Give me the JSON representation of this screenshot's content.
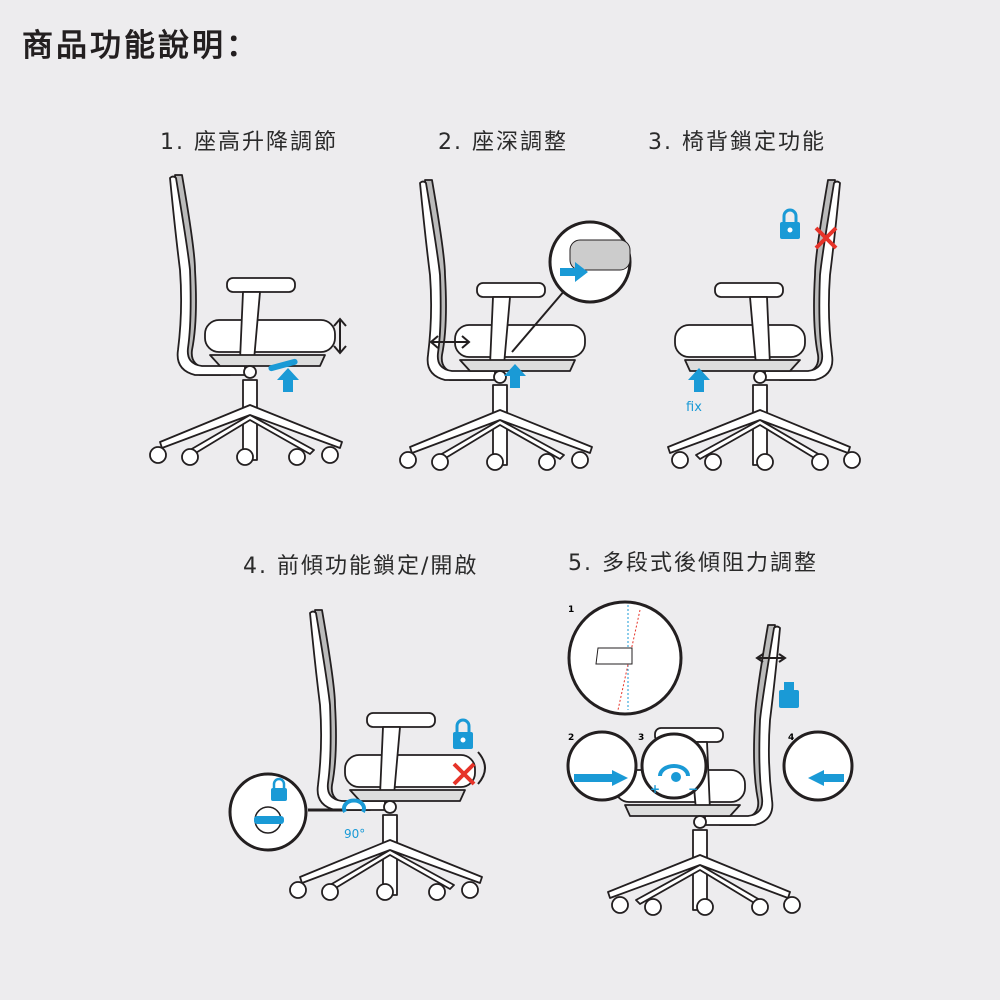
{
  "title": "商品功能說明：",
  "features": [
    {
      "label": "1. 座高升降調節"
    },
    {
      "label": "2. 座深調整"
    },
    {
      "label": "3. 椅背鎖定功能",
      "tag": "fix"
    },
    {
      "label": "4. 前傾功能鎖定/開啟",
      "tag": "90°"
    },
    {
      "label": "5. 多段式後傾阻力調整",
      "steps": [
        "1",
        "2",
        "3",
        "4"
      ],
      "plus": "+",
      "minus": "−"
    }
  ],
  "colors": {
    "accent": "#1a9ad6",
    "cross": "#e63329",
    "line": "#231f20"
  }
}
